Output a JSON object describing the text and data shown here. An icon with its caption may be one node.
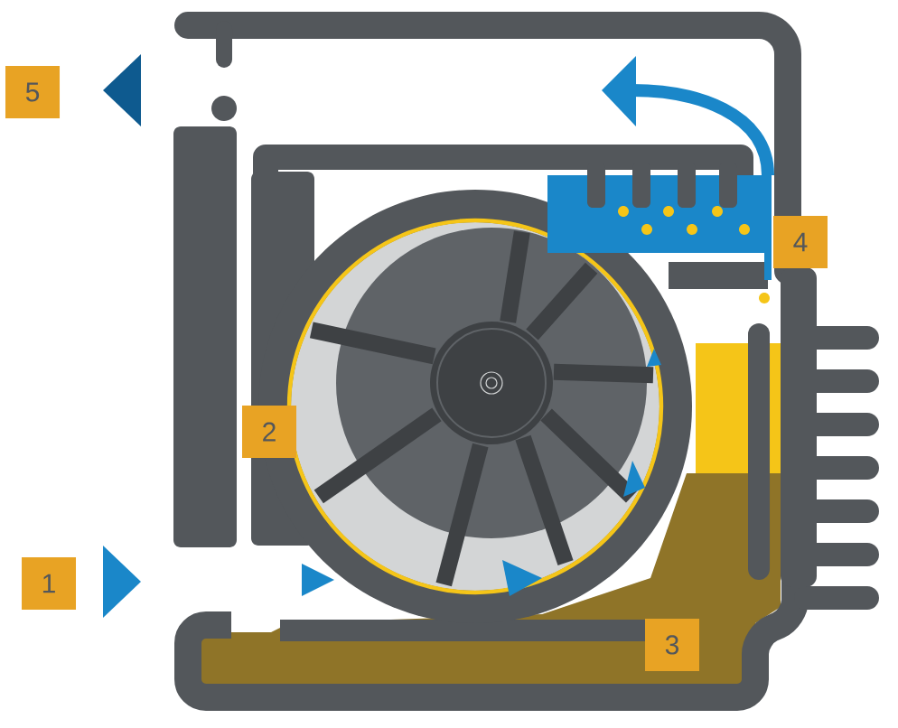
{
  "diagram": {
    "nodes": [
      {
        "text": [
          "5"
        ]
      },
      {
        "text": [
          "4"
        ]
      },
      {
        "text": [
          "2"
        ]
      },
      {
        "text": [
          "1"
        ]
      },
      {
        "text": [
          "3"
        ]
      }
    ]
  }
}
